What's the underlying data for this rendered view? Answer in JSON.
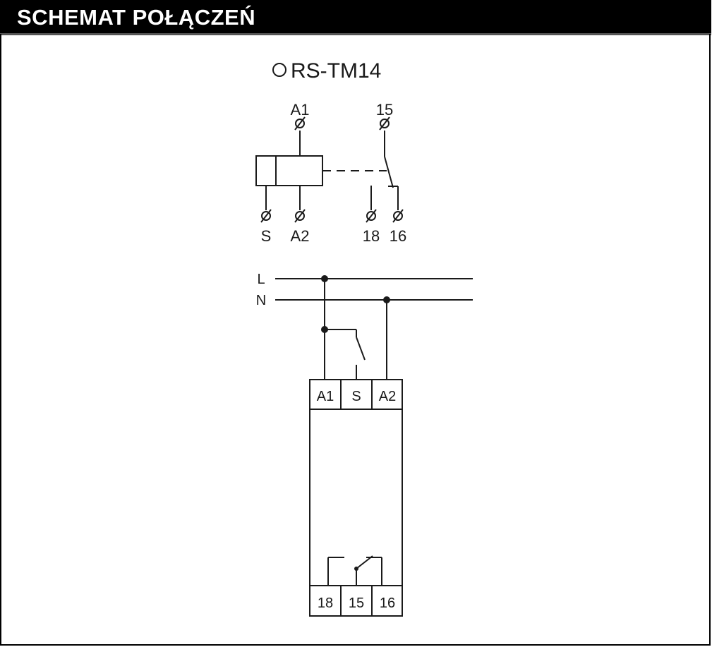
{
  "header": {
    "title": "SCHEMAT POŁĄCZEŃ"
  },
  "schematic": {
    "model_label": "RS-TM14",
    "terminals_top": [
      "A1",
      "15"
    ],
    "terminals_bottom": [
      "S",
      "A2",
      "18",
      "16"
    ]
  },
  "wiring": {
    "line_labels": [
      "L",
      "N"
    ],
    "device_top_terminals": [
      "A1",
      "S",
      "A2"
    ],
    "device_bottom_terminals": [
      "18",
      "15",
      "16"
    ]
  },
  "colors": {
    "title_bar": "#000000",
    "title_text": "#ffffff",
    "line": "#1a1a1a"
  }
}
